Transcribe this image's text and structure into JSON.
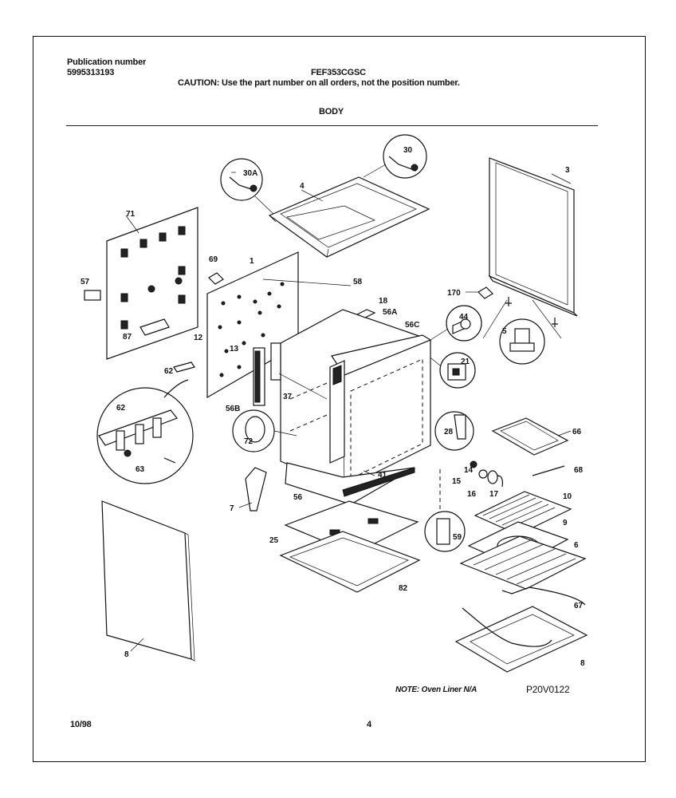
{
  "header": {
    "publication_label": "Publication number",
    "publication_number": "5995313193",
    "model": "FEF353CGSC",
    "caution": "CAUTION:  Use the part number on all orders, not the position number.",
    "section": "BODY"
  },
  "callouts": {
    "c3": "3",
    "c4": "4",
    "c5": "5",
    "c6": "6",
    "c7": "7",
    "c8": "8",
    "c8b": "8",
    "c9": "9",
    "c10": "10",
    "c12": "12",
    "c13": "13",
    "c14": "14",
    "c15": "15",
    "c16": "16",
    "c17": "17",
    "c18": "18",
    "c21": "21",
    "c25": "25",
    "c28": "28",
    "c30": "30",
    "c30a": "30A",
    "c37": "37",
    "c41": "41",
    "c44": "44",
    "c56": "56",
    "c56a": "56A",
    "c56b": "56B",
    "c56c": "56C",
    "c57": "57",
    "c58": "58",
    "c59": "59",
    "c62": "62",
    "c62b": "62",
    "c63": "63",
    "c66": "66",
    "c67": "67",
    "c68": "68",
    "c69": "69",
    "c71": "71",
    "c72": "72",
    "c82": "82",
    "c87": "87",
    "c170": "170",
    "c1": "1"
  },
  "footer": {
    "note": "NOTE:  Oven Liner N/A",
    "drawing_id": "P20V0122",
    "date": "10/98",
    "page": "4"
  }
}
